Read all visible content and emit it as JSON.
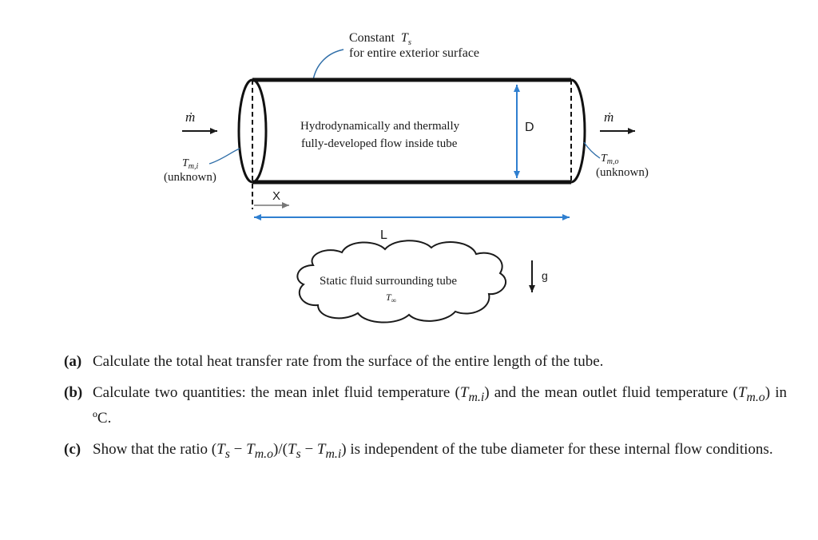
{
  "diagram": {
    "surface_label_line1": "Constant",
    "surface_symbol": "T",
    "surface_symbol_sub": "s",
    "surface_label_line2": "for entire exterior surface",
    "flow_label_line1": "Hydrodynamically  and thermally",
    "flow_label_line2": "fully-developed  flow inside tube",
    "diameter_label": "D",
    "length_label": "L",
    "x_label": "X",
    "mdot_in": "ṁ",
    "mdot_out": "ṁ",
    "inlet_temp_symbol": "T",
    "inlet_temp_sub": "m,i",
    "inlet_temp_note": "(unknown)",
    "outlet_temp_symbol": "T",
    "outlet_temp_sub": "m,o",
    "outlet_temp_note": "(unknown)",
    "ambient_label": "Static fluid surrounding tube",
    "ambient_symbol": "T",
    "ambient_sub": "∞",
    "gravity_label": "g",
    "tube_color": "#111111",
    "dimension_color": "#2f7fd0"
  },
  "questions": [
    {
      "label": "(a)",
      "text": "Calculate the total heat transfer rate from the surface of the entire length of the tube."
    },
    {
      "label": "(b)",
      "text_1": "Calculate two quantities: the mean inlet fluid temperature (",
      "sym_1": "T",
      "sub_1": "m.i",
      "text_2": ") and the mean outlet fluid temperature (",
      "sym_2": "T",
      "sub_2": "m.o",
      "text_3": ") in ºC."
    },
    {
      "label": "(c)",
      "text_1": "Show that the ratio (",
      "sym_1": "T",
      "sub_1": "s",
      "text_2": " − ",
      "sym_2": "T",
      "sub_2": "m.o",
      "text_3": ")/(",
      "sym_3": "T",
      "sub_3": "s",
      "text_4": " − ",
      "sym_4": "T",
      "sub_4": "m.i",
      "text_5": ") is independent of the tube diameter for these internal flow conditions."
    }
  ]
}
